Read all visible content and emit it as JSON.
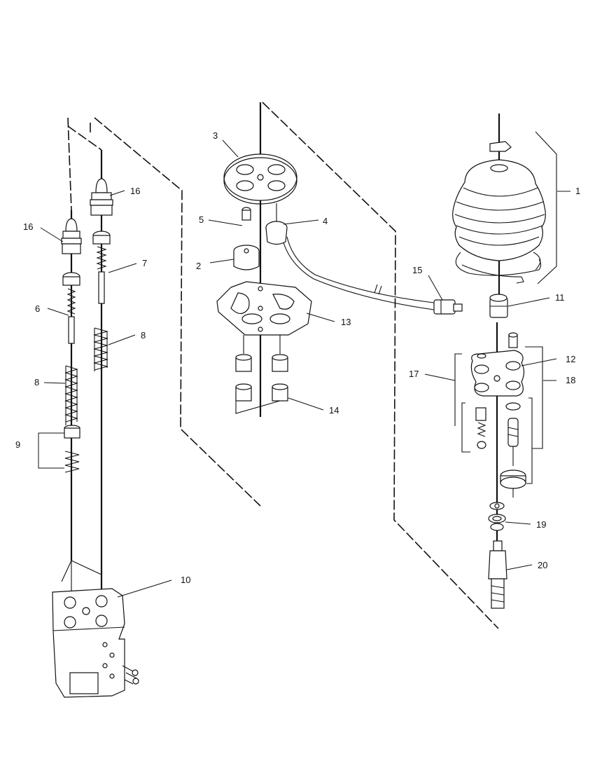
{
  "diagram": {
    "callouts": [
      "1",
      "2",
      "3",
      "4",
      "5",
      "6",
      "7",
      "8",
      "8",
      "9",
      "10",
      "11",
      "12",
      "13",
      "14",
      "15",
      "16",
      "16",
      "17",
      "18",
      "19",
      "20"
    ]
  }
}
